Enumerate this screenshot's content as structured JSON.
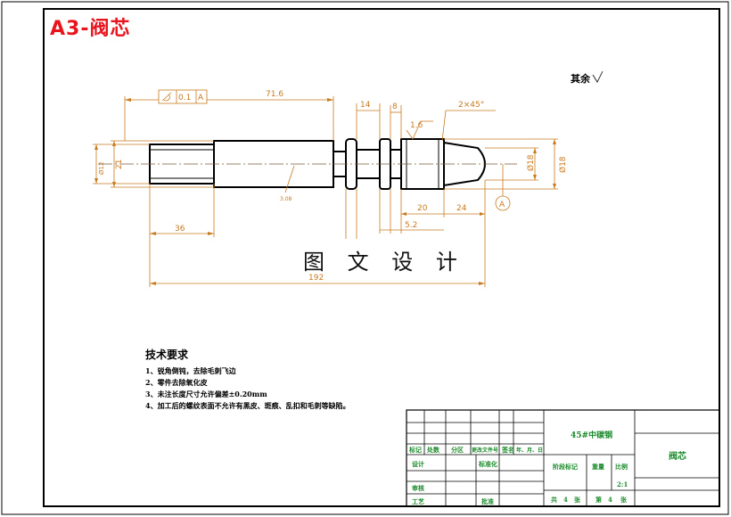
{
  "title": "A3-阀芯",
  "watermark": "图 文 设 计",
  "roughness_note": "其余",
  "dimensions": {
    "d716": "71.6",
    "d14": "14",
    "d8": "8",
    "chamfer": "2×45°",
    "r16": "1.6",
    "ra308": "3.08",
    "d36": "36",
    "d20": "20",
    "d24": "24",
    "d52": "5.2",
    "d192": "192",
    "phi21": "21",
    "phi12": "Ø12",
    "phi18": "Ø18",
    "phi188": "Ø18",
    "tolerance": "0.1",
    "datum": "A",
    "datum_ref": "A"
  },
  "technical_requirements": {
    "title": "技术要求",
    "items": [
      "1、锐角倒钝，去除毛刺飞边",
      "2、零件去除氧化皮",
      "3、未注长度尺寸允许偏差±0.20mm",
      "4、加工后的螺纹表面不允许有黑皮、斑痕、乱扣和毛刺等缺陷。"
    ]
  },
  "title_block": {
    "material": "45#中碳钢",
    "part_name": "阀芯",
    "labels": {
      "mark": "标记",
      "count": "处数",
      "zone": "分区",
      "change_doc": "更改文件号",
      "sign": "签名",
      "date": "年、月、日",
      "design": "设计",
      "standardize": "标准化",
      "stage_mark": "阶段标记",
      "weight": "重量",
      "scale": "比例",
      "review": "审核",
      "process": "工艺",
      "approve": "批准",
      "total": "共",
      "sheets": "张",
      "sheet_no": "第",
      "sheet_unit": "张"
    },
    "scale_value": "2:1",
    "total_sheets": "4",
    "sheet_number": "4"
  },
  "colors": {
    "frame": "#000000",
    "title": "#e8141e",
    "dimension": "#c87a1e",
    "title_block_text": "#1a8a2a",
    "axis": "#7a5a3a"
  }
}
